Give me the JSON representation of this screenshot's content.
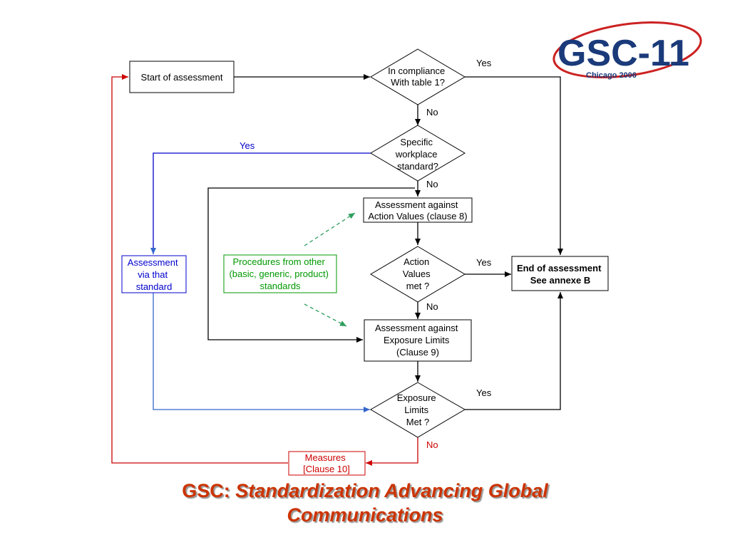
{
  "logo": {
    "text": "GSC-11",
    "subtitle": "Chicago 2006"
  },
  "nodes": {
    "start": {
      "label": "Start of assessment"
    },
    "compliance": {
      "lines": [
        "In compliance",
        "With table 1?"
      ]
    },
    "specific": {
      "lines": [
        "Specific",
        "workplace",
        "standard?"
      ]
    },
    "action_assess": {
      "lines": [
        "Assessment against",
        "Action Values (clause 8)"
      ]
    },
    "action_met": {
      "lines": [
        "Action",
        "Values",
        "met ?"
      ]
    },
    "end": {
      "lines": [
        "End of assessment",
        "See annexe B"
      ]
    },
    "via_standard": {
      "lines": [
        "Assessment",
        "via that",
        "standard"
      ]
    },
    "procedures": {
      "lines": [
        "Procedures from other",
        "(basic, generic, product)",
        "standards"
      ]
    },
    "exposure_assess": {
      "lines": [
        "Assessment against",
        "Exposure Limits",
        "(Clause 9)"
      ]
    },
    "exposure_met": {
      "lines": [
        "Exposure",
        "Limits",
        "Met ?"
      ]
    },
    "measures": {
      "lines": [
        "Measures",
        "[Clause 10]"
      ]
    }
  },
  "edge_labels": {
    "compliance_yes": "Yes",
    "compliance_no": "No",
    "specific_yes": "Yes",
    "specific_no": "No",
    "action_yes": "Yes",
    "action_no": "No",
    "exposure_yes": "Yes",
    "exposure_no": "No"
  },
  "footer": {
    "prefix": "GSC: ",
    "line1": "Standardization Advancing Global",
    "line2": "Communications"
  },
  "colors": {
    "black": "#000000",
    "blue": "#0000cc",
    "blue_arrow": "#3366cc",
    "green": "#009900",
    "red": "#cc0000",
    "footer": "#cc3300",
    "logo_blue": "#1a3a7a",
    "logo_red": "#cc2222"
  }
}
